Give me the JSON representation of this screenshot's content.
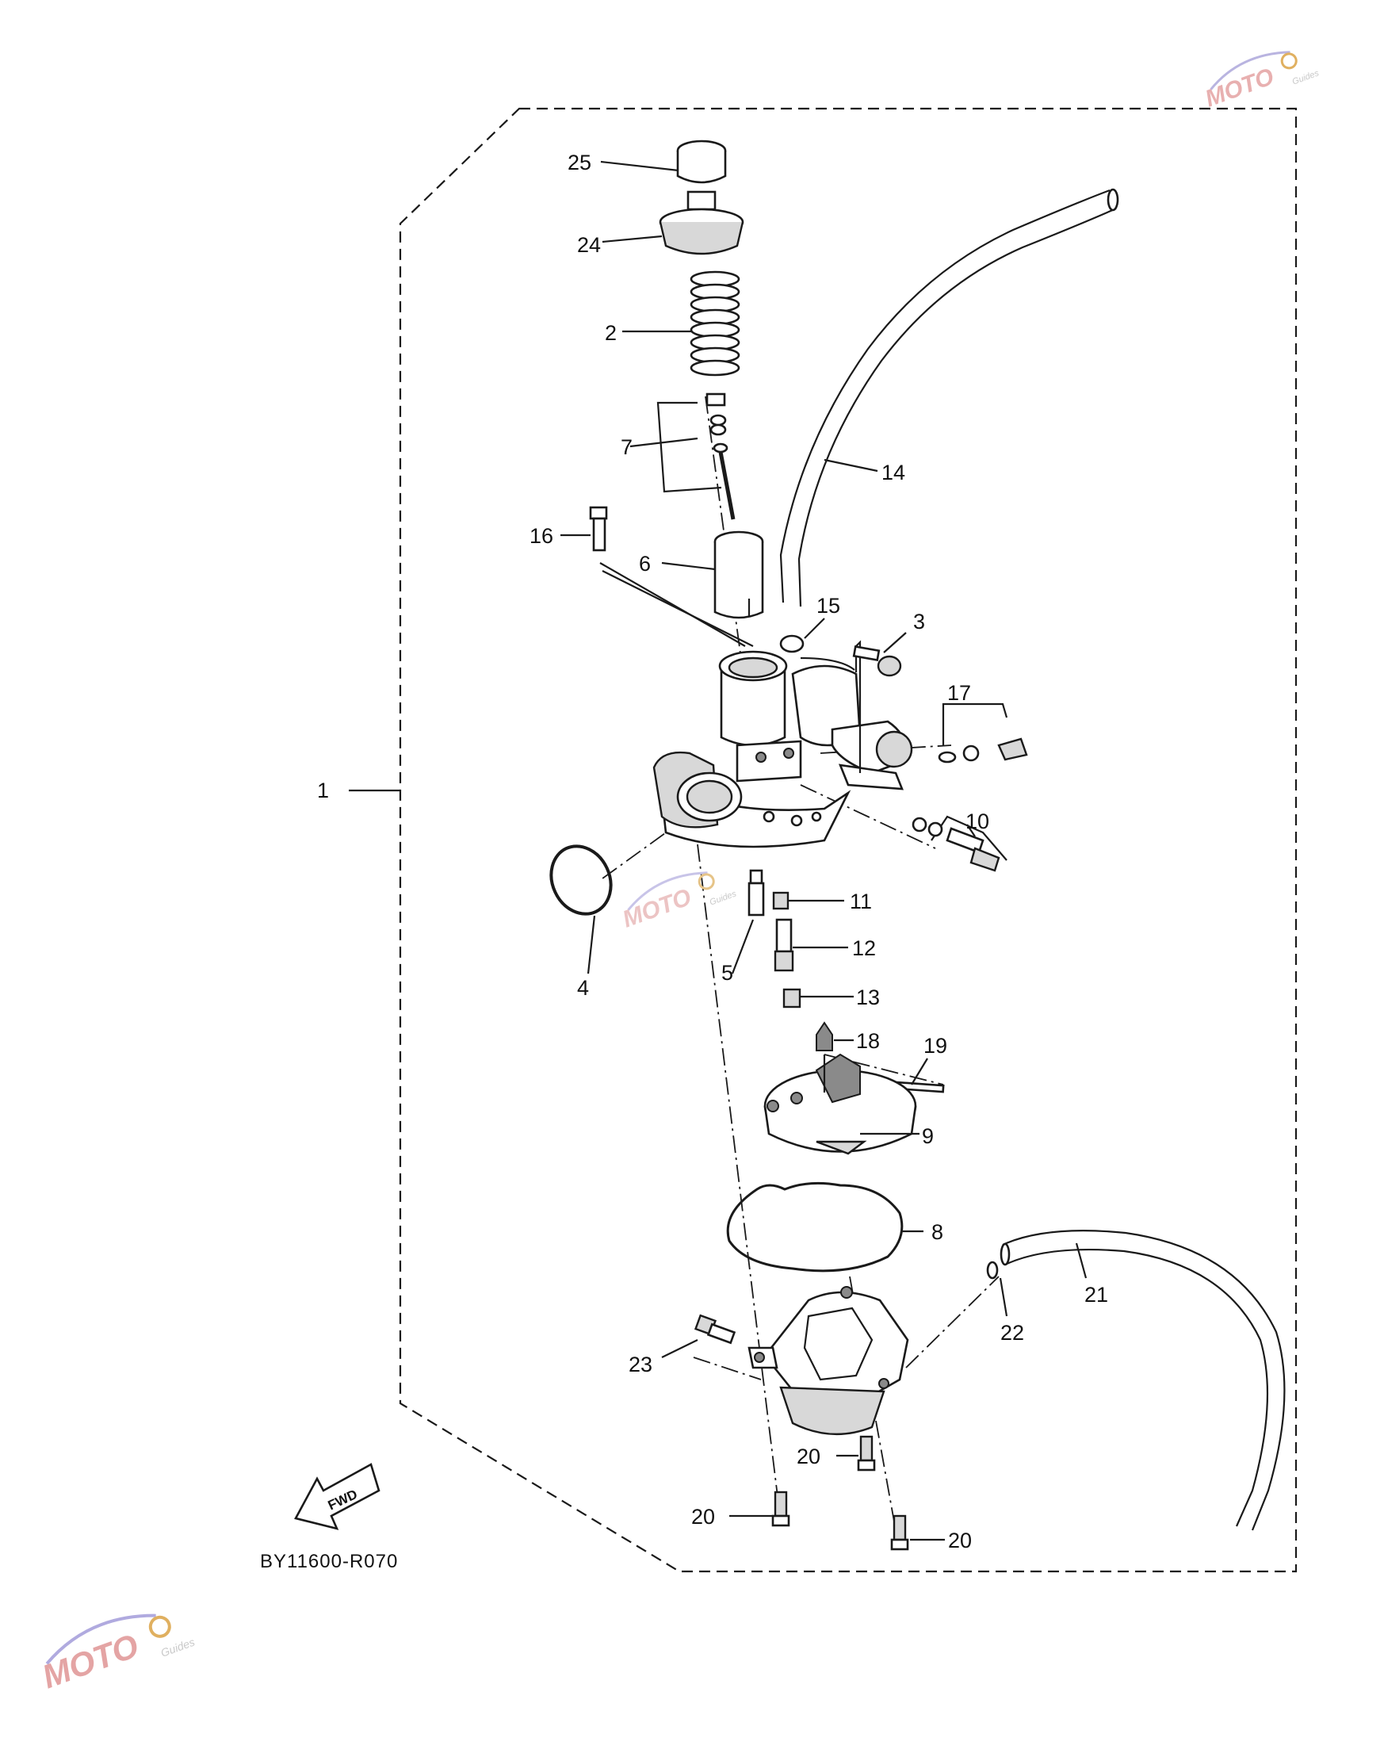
{
  "diagram": {
    "code": "BY11600-R070",
    "direction": "FWD",
    "parts": {
      "p1": "1",
      "p2": "2",
      "p3": "3",
      "p4": "4",
      "p5": "5",
      "p6": "6",
      "p7": "7",
      "p8": "8",
      "p9": "9",
      "p10": "10",
      "p11": "11",
      "p12": "12",
      "p13": "13",
      "p14": "14",
      "p15": "15",
      "p16": "16",
      "p17": "17",
      "p18": "18",
      "p19": "19",
      "p20a": "20",
      "p20b": "20",
      "p20c": "20",
      "p21": "21",
      "p22": "22",
      "p23": "23",
      "p24": "24",
      "p25": "25"
    }
  },
  "watermark": {
    "brand": "MOTO",
    "sub": "Guides"
  }
}
